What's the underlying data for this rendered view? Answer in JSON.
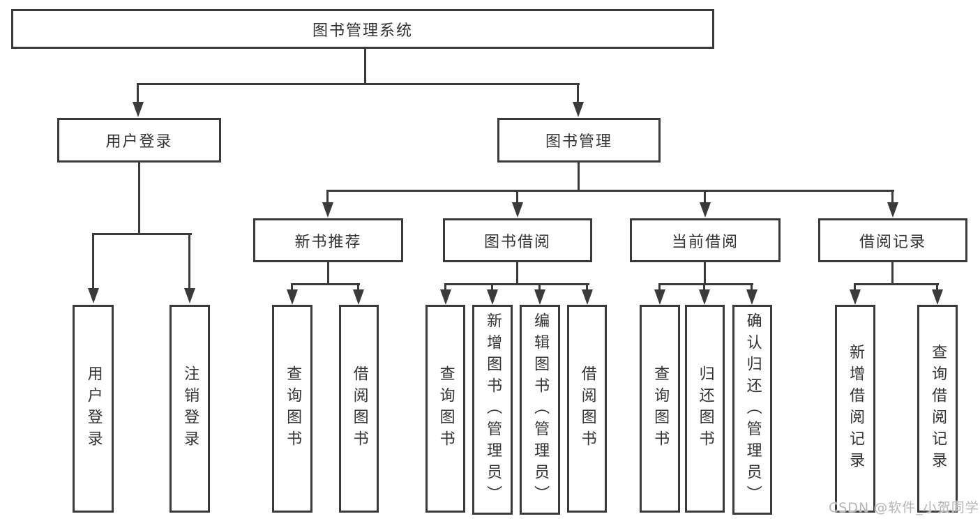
{
  "nodes": {
    "root": "图书管理系统",
    "user_login": "用户登录",
    "book_management": "图书管理",
    "new_book_recommend": "新书推荐",
    "book_borrow": "图书借阅",
    "current_borrow": "当前借阅",
    "borrow_record": "借阅记录",
    "leaf_user_login": "用户登录",
    "leaf_logout": "注销登录",
    "rec_query_book": "查询图书",
    "rec_borrow_book": "借阅图书",
    "bb_query_book": "查询图书",
    "bb_add_book": "新增图书（管理员）",
    "bb_edit_book": "编辑图书（管理员）",
    "bb_borrow_book": "借阅图书",
    "cb_query_book": "查询图书",
    "cb_return_book": "归还图书",
    "cb_confirm_return": "确认归还（管理员）",
    "br_add_record": "新增借阅记录",
    "br_query_record": "查询借阅记录"
  },
  "watermark": "CSDN @软件_小贺同学",
  "colors": {
    "line": "#3a3a3a",
    "text": "#333333",
    "watermark": "#b5b5b5",
    "background": "#ffffff"
  }
}
